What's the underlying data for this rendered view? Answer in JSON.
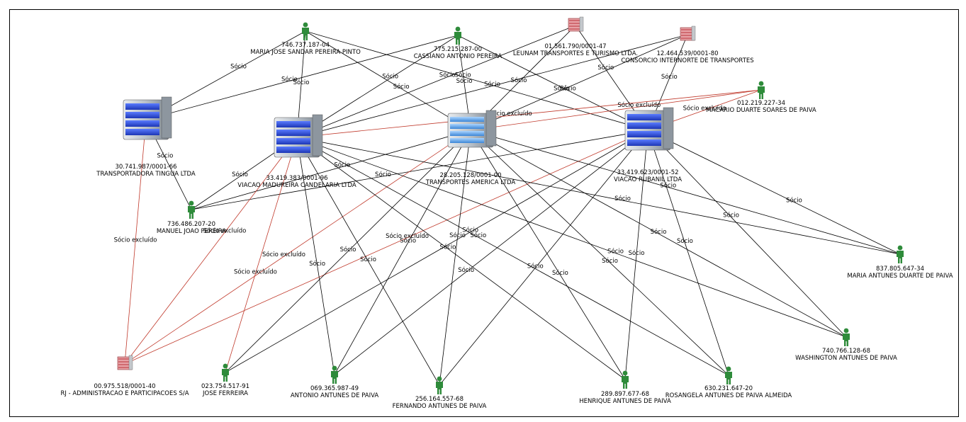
{
  "nodes": [
    {
      "id": "tingua",
      "type": "company",
      "doc": "30.741.987/0001-66",
      "name": "TRANSPORTADORA TINGUA LTDA"
    },
    {
      "id": "madureira",
      "type": "company",
      "doc": "33.419.383/0001-96",
      "name": "VIACAO MADUREIRA CANDELARIA LTDA"
    },
    {
      "id": "america",
      "type": "company",
      "doc": "28.205.128/0001-00",
      "name": "TRANSPORTES AMERICA LTDA"
    },
    {
      "id": "rubanil",
      "type": "company",
      "doc": "33.419.623/0001-52",
      "name": "VIACAO RUBANIL LTDA"
    },
    {
      "id": "leunam",
      "type": "small_company",
      "doc": "01.561.790/0001-47",
      "name": "LEUNAM TRANSPORTES E TURISMO LTDA."
    },
    {
      "id": "consorcio",
      "type": "small_company",
      "doc": "12.464.539/0001-80",
      "name": "CONSORCIO INTERNORTE DE TRANSPORTES"
    },
    {
      "id": "rj",
      "type": "small_company",
      "doc": "00.975.518/0001-40",
      "name": "RJ - ADMINISTRACAO E PARTICIPACOES S/A"
    },
    {
      "id": "mariajose",
      "type": "person",
      "doc": "746.737.187-04",
      "name": "MARIA JOSE SANDAR PEREIRA PINTO"
    },
    {
      "id": "cassiano",
      "type": "person",
      "doc": "775.215.287-00",
      "name": "CASSIANO ANTONIO PEREIRA"
    },
    {
      "id": "macario",
      "type": "person",
      "doc": "012.219.227-34",
      "name": "MACARIO DUARTE SOARES DE PAIVA"
    },
    {
      "id": "manuel",
      "type": "person",
      "doc": "736.486.207-20",
      "name": "MANUEL JOAO PEREIRA"
    },
    {
      "id": "mariaantunes",
      "type": "person",
      "doc": "837.805.647-34",
      "name": "MARIA ANTUNES DUARTE DE PAIVA"
    },
    {
      "id": "washington",
      "type": "person",
      "doc": "740.766.128-68",
      "name": "WASHINGTON ANTUNES DE PAIVA"
    },
    {
      "id": "jose",
      "type": "person",
      "doc": "023.754.517-91",
      "name": "JOSE FERREIRA"
    },
    {
      "id": "antonio",
      "type": "person",
      "doc": "069.365.987-49",
      "name": "ANTONIO ANTUNES DE PAIVA"
    },
    {
      "id": "fernando",
      "type": "person",
      "doc": "256.164.557-68",
      "name": "FERNANDO ANTUNES DE PAIVA"
    },
    {
      "id": "henrique",
      "type": "person",
      "doc": "289.897.677-68",
      "name": "HENRIQUE ANTUNES DE PAIVA"
    },
    {
      "id": "rosangela",
      "type": "person",
      "doc": "630.231.647-20",
      "name": "ROSANGELA ANTUNES DE PAIVA ALMEIDA"
    }
  ],
  "edge_labels": {
    "socio": "Sócio",
    "excluido": "Sócio excluído"
  },
  "edges": [
    {
      "from": "mariajose",
      "to": "tingua",
      "kind": "socio"
    },
    {
      "from": "mariajose",
      "to": "madureira",
      "kind": "socio"
    },
    {
      "from": "mariajose",
      "to": "america",
      "kind": "socio"
    },
    {
      "from": "mariajose",
      "to": "rubanil",
      "kind": "socio"
    },
    {
      "from": "cassiano",
      "to": "tingua",
      "kind": "socio"
    },
    {
      "from": "cassiano",
      "to": "madureira",
      "kind": "socio"
    },
    {
      "from": "cassiano",
      "to": "america",
      "kind": "socio"
    },
    {
      "from": "cassiano",
      "to": "rubanil",
      "kind": "socio"
    },
    {
      "from": "leunam",
      "to": "madureira",
      "kind": "socio"
    },
    {
      "from": "leunam",
      "to": "america",
      "kind": "socio"
    },
    {
      "from": "leunam",
      "to": "rubanil",
      "kind": "socio"
    },
    {
      "from": "consorcio",
      "to": "madureira",
      "kind": "socio"
    },
    {
      "from": "consorcio",
      "to": "america",
      "kind": "socio"
    },
    {
      "from": "consorcio",
      "to": "rubanil",
      "kind": "socio"
    },
    {
      "from": "macario",
      "to": "madureira",
      "kind": "excluido"
    },
    {
      "from": "macario",
      "to": "america",
      "kind": "excluido"
    },
    {
      "from": "macario",
      "to": "rubanil",
      "kind": "excluido"
    },
    {
      "from": "manuel",
      "to": "tingua",
      "kind": "socio"
    },
    {
      "from": "manuel",
      "to": "madureira",
      "kind": "socio"
    },
    {
      "from": "manuel",
      "to": "america",
      "kind": "socio"
    },
    {
      "from": "manuel",
      "to": "rubanil",
      "kind": "socio"
    },
    {
      "from": "rj",
      "to": "tingua",
      "kind": "excluido"
    },
    {
      "from": "rj",
      "to": "madureira",
      "kind": "excluido"
    },
    {
      "from": "rj",
      "to": "america",
      "kind": "excluido"
    },
    {
      "from": "rj",
      "to": "rubanil",
      "kind": "excluido"
    },
    {
      "from": "jose",
      "to": "madureira",
      "kind": "excluido"
    },
    {
      "from": "jose",
      "to": "america",
      "kind": "socio"
    },
    {
      "from": "jose",
      "to": "rubanil",
      "kind": "socio"
    },
    {
      "from": "antonio",
      "to": "madureira",
      "kind": "socio"
    },
    {
      "from": "antonio",
      "to": "america",
      "kind": "socio"
    },
    {
      "from": "antonio",
      "to": "rubanil",
      "kind": "socio"
    },
    {
      "from": "fernando",
      "to": "madureira",
      "kind": "socio"
    },
    {
      "from": "fernando",
      "to": "america",
      "kind": "socio"
    },
    {
      "from": "fernando",
      "to": "rubanil",
      "kind": "socio"
    },
    {
      "from": "henrique",
      "to": "madureira",
      "kind": "socio"
    },
    {
      "from": "henrique",
      "to": "america",
      "kind": "socio"
    },
    {
      "from": "henrique",
      "to": "rubanil",
      "kind": "socio"
    },
    {
      "from": "rosangela",
      "to": "madureira",
      "kind": "socio"
    },
    {
      "from": "rosangela",
      "to": "america",
      "kind": "socio"
    },
    {
      "from": "rosangela",
      "to": "rubanil",
      "kind": "socio"
    },
    {
      "from": "washington",
      "to": "madureira",
      "kind": "socio"
    },
    {
      "from": "washington",
      "to": "america",
      "kind": "socio"
    },
    {
      "from": "washington",
      "to": "rubanil",
      "kind": "socio"
    },
    {
      "from": "mariaantunes",
      "to": "madureira",
      "kind": "socio"
    },
    {
      "from": "mariaantunes",
      "to": "america",
      "kind": "socio"
    },
    {
      "from": "mariaantunes",
      "to": "rubanil",
      "kind": "socio"
    }
  ],
  "colors": {
    "socio": "#000000",
    "excluido": "#c0392b",
    "person": "#2e8b3a",
    "building_blue": "#2f4fd8",
    "building_gray": "#9aa3ad",
    "small_company": "#c9585e"
  }
}
